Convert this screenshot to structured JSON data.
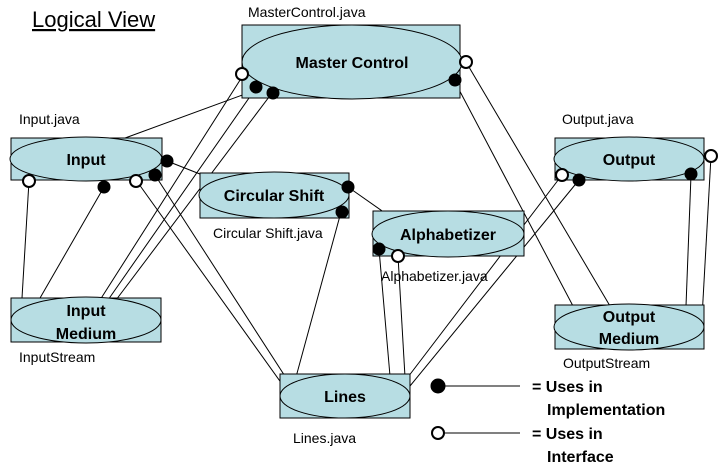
{
  "title": "Logical View",
  "components": {
    "master_control": {
      "label": "Master Control",
      "file": "MasterControl.java"
    },
    "input": {
      "label": "Input",
      "file": "Input.java"
    },
    "circular_shift": {
      "label": "Circular Shift",
      "file": "Circular Shift.java"
    },
    "alphabetizer": {
      "label": "Alphabetizer",
      "file": "Alphabetizer.java"
    },
    "output": {
      "label": "Output",
      "file": "Output.java"
    },
    "input_medium": {
      "label_line1": "Input",
      "label_line2": "Medium",
      "file": "InputStream"
    },
    "output_medium": {
      "label_line1": "Output",
      "label_line2": "Medium",
      "file": "OutputStream"
    },
    "lines": {
      "label": "Lines",
      "file": "Lines.java"
    }
  },
  "legend": {
    "implementation": {
      "line1": "= Uses in",
      "line2": "Implementation"
    },
    "interface": {
      "line1": "= Uses in",
      "line2": "Interface"
    }
  },
  "colors": {
    "fill": "#b7dde3",
    "stroke": "#000000"
  }
}
